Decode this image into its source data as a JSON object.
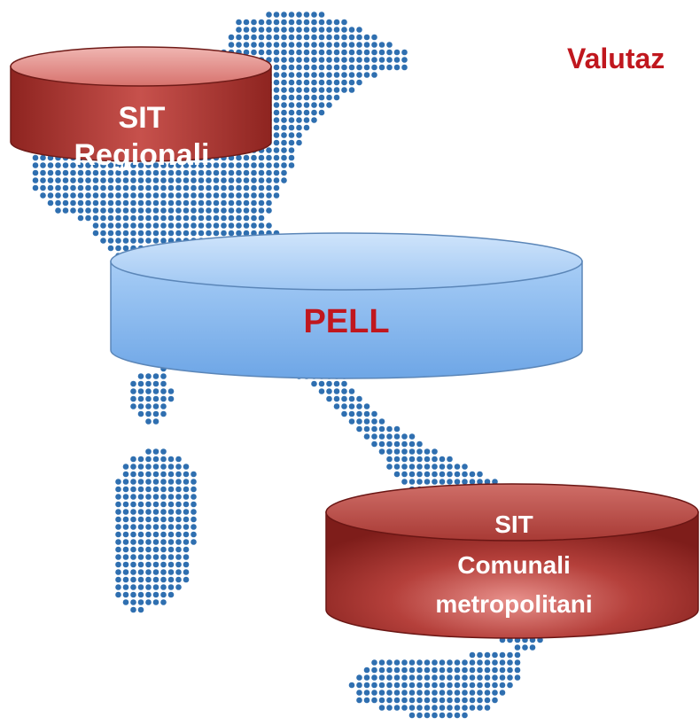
{
  "heading": "Valutaz",
  "cylinders": {
    "regional": {
      "line1": "SIT",
      "line2": "Regionali",
      "color_top": "#e89b97",
      "color_body": "#b83a36"
    },
    "pell": {
      "label": "PELL",
      "color_top": "#a9cdf5",
      "color_body": "#8ebff2"
    },
    "municipal": {
      "line1": "SIT",
      "line2": "Comunali",
      "line3": "metropolitani",
      "color_top": "#c9605a",
      "color_body": "#a9302c"
    }
  },
  "map": {
    "dot_color": "#2f6fb0",
    "icon": "italy-dot-map"
  }
}
